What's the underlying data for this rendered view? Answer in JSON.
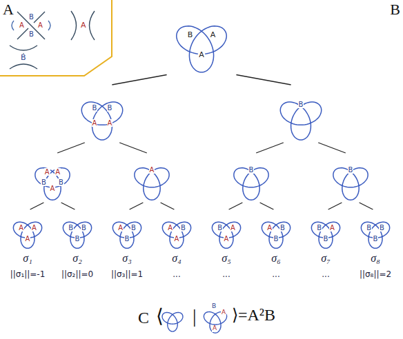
{
  "diagram": {
    "nodes": [
      {
        "text": [
          "A",
          "A",
          "B"
        ]
      },
      {
        "text": [
          "B",
          "A",
          "A",
          "B"
        ]
      },
      {
        "text": [
          "B"
        ]
      },
      {
        "text": [
          "A",
          "B",
          "A",
          "B",
          "A"
        ]
      },
      {
        "text": [
          "A"
        ]
      },
      {
        "text": [
          "B"
        ]
      },
      {
        "text": [
          "B"
        ]
      },
      {
        "text": [
          "A",
          "A",
          "A"
        ]
      },
      {
        "text": [
          "B",
          "B",
          "B"
        ]
      },
      {
        "text": [
          "B",
          "B",
          "A"
        ]
      },
      {
        "text": [
          "B",
          "A",
          "A"
        ]
      },
      {
        "text": [
          "A",
          "A",
          "B"
        ]
      },
      {
        "text": [
          "B",
          "B",
          "A"
        ]
      },
      {
        "text": [
          "A",
          "B",
          "B"
        ]
      },
      {
        "text": [
          "B",
          "B",
          "B"
        ]
      }
    ],
    "edges": [
      {
        "from": 0,
        "to": 1,
        "arrow": "none"
      },
      {
        "from": 0,
        "to": 2,
        "arrow": "none"
      },
      {
        "from": 1,
        "to": 3,
        "arrow": "none"
      },
      {
        "from": 1,
        "to": 4,
        "arrow": "none"
      },
      {
        "from": 2,
        "to": 5,
        "arrow": "none"
      },
      {
        "from": 2,
        "to": 6,
        "arrow": "none"
      },
      {
        "from": 3,
        "to": 7,
        "arrow": "none"
      },
      {
        "from": 3,
        "to": 8,
        "arrow": "none"
      },
      {
        "from": 4,
        "to": 9,
        "arrow": "none"
      },
      {
        "from": 4,
        "to": 10,
        "arrow": "none"
      },
      {
        "from": 5,
        "to": 11,
        "arrow": "none"
      },
      {
        "from": 5,
        "to": 12,
        "arrow": "none"
      },
      {
        "from": 6,
        "to": 13,
        "arrow": "none"
      },
      {
        "from": 6,
        "to": 14,
        "arrow": "none"
      }
    ],
    "labels": [
      "A",
      "B",
      "B",
      "A",
      "A",
      "B",
      "A",
      "B",
      "σ₁",
      "σ₂",
      "σ₃",
      "σ₄",
      "σ₅",
      "σ₆",
      "σ₇",
      "σ₈",
      "||σ₁||=-1",
      "||σ₂||=0",
      "||σ₃||=1",
      "...",
      "...",
      "...",
      "...",
      "||σ₈||=2",
      "C",
      "⟨",
      "|",
      "⟩=A²B",
      "B",
      "A",
      "A"
    ]
  }
}
